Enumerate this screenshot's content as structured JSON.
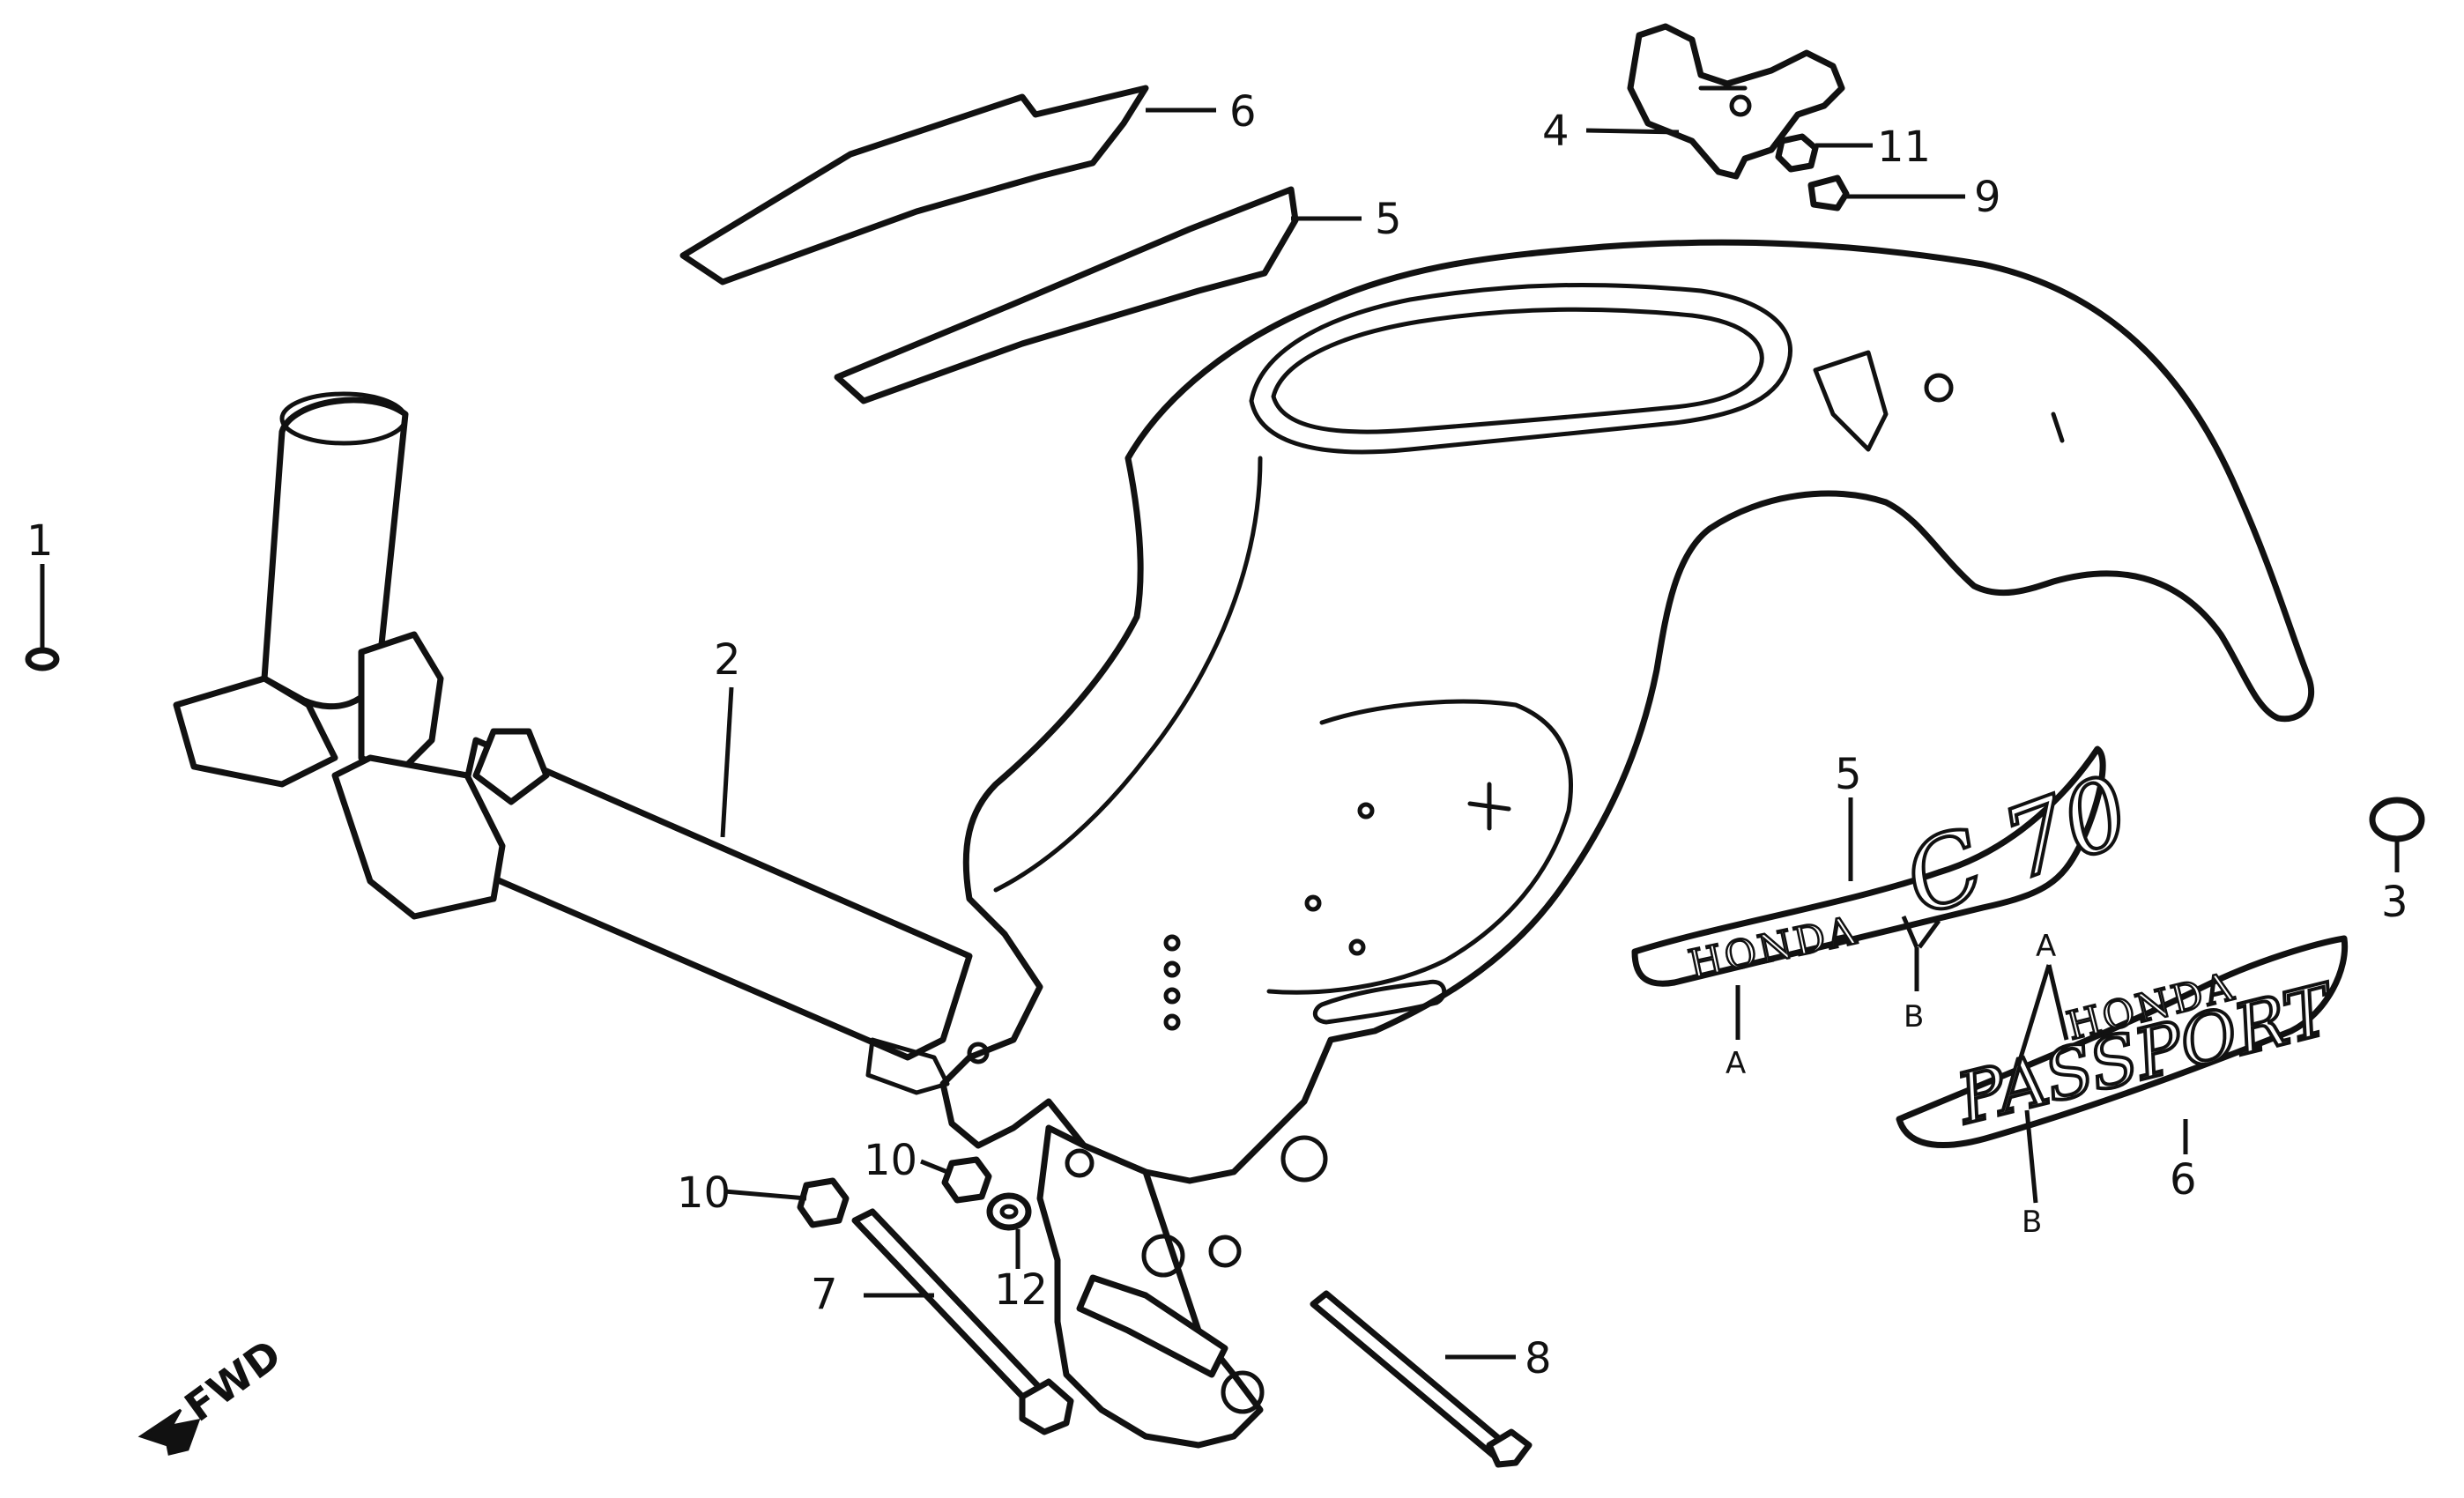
{
  "callouts": {
    "c1": "1",
    "c2": "2",
    "c3": "3",
    "c4": "4",
    "c5_top": "5",
    "c6_top": "6",
    "c5_emblem": "5",
    "c6_emblem": "6",
    "c7": "7",
    "c8": "8",
    "c9": "9",
    "c10_left": "10",
    "c10_right": "10",
    "c11": "11",
    "c12": "12"
  },
  "emblem_points": {
    "c70_a": "A",
    "c70_b": "B",
    "passport_a": "A",
    "passport_b": "B"
  },
  "emblem_text": {
    "c70_brand": "HONDA",
    "c70_model": "C 70",
    "passport_brand": "HONDA",
    "passport_model": "PASSPORT"
  },
  "direction_marker": {
    "label": "FWD",
    "icon": "arrow-down-left-icon"
  }
}
